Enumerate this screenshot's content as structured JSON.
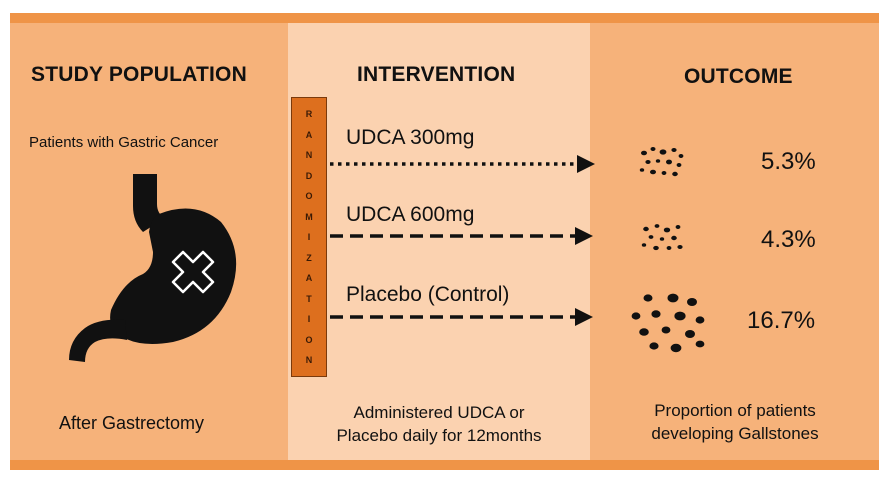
{
  "colors": {
    "band": "#ef9447",
    "side_panel": "#f6b27a",
    "middle_panel": "#fbd2b0",
    "randomization_box": "#dd6f1e"
  },
  "headings": {
    "study_population": "STUDY POPULATION",
    "intervention": "INTERVENTION",
    "outcome": "OUTCOME"
  },
  "study_population": {
    "subtitle": "Patients with Gastric Cancer",
    "icon": "stomach-icon",
    "footer": "After Gastrectomy"
  },
  "randomization": {
    "letters": [
      "R",
      "A",
      "N",
      "D",
      "O",
      "M",
      "I",
      "Z",
      "A",
      "T",
      "I",
      "O",
      "N"
    ]
  },
  "arms": [
    {
      "label": "UDCA 300mg",
      "outcome": "5.3%",
      "line_style": "dotted",
      "icon": "gallstones-small-icon"
    },
    {
      "label": "UDCA 600mg",
      "outcome": "4.3%",
      "line_style": "dashed",
      "icon": "gallstones-small-icon"
    },
    {
      "label": "Placebo (Control)",
      "outcome": "16.7%",
      "line_style": "dashed",
      "icon": "gallstones-large-icon"
    }
  ],
  "intervention_footer": {
    "line1": "Administered UDCA or",
    "line2": "Placebo daily for 12months"
  },
  "outcome_footer": {
    "line1": "Proportion of patients",
    "line2": "developing Gallstones"
  }
}
